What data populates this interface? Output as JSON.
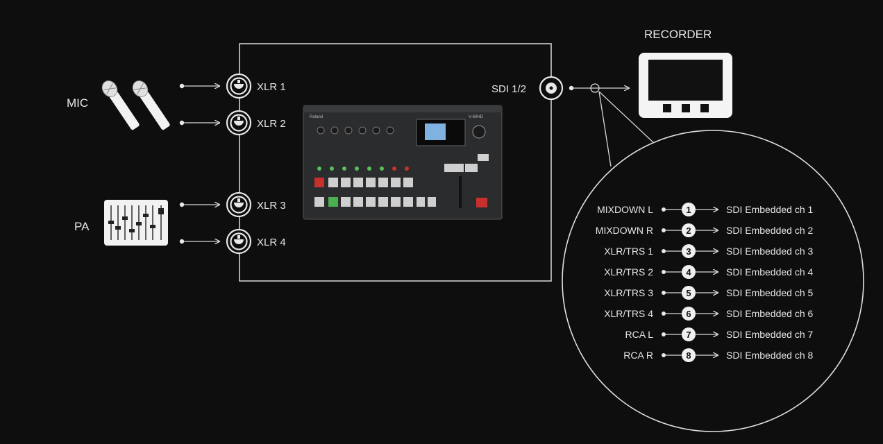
{
  "labels": {
    "mic": "MIC",
    "pa": "PA",
    "recorder": "RECORDER",
    "sdi": "SDI 1/2",
    "device_brand": "Roland",
    "device_model": "V-60HD"
  },
  "inputs": [
    "XLR 1",
    "XLR 2",
    "XLR 3",
    "XLR 4"
  ],
  "channel_map": [
    {
      "source": "MIXDOWN L",
      "num": "1",
      "dest": "SDI Embedded ch 1"
    },
    {
      "source": "MIXDOWN R",
      "num": "2",
      "dest": "SDI Embedded ch 2"
    },
    {
      "source": "XLR/TRS 1",
      "num": "3",
      "dest": "SDI Embedded ch 3"
    },
    {
      "source": "XLR/TRS 2",
      "num": "4",
      "dest": "SDI Embedded ch 4"
    },
    {
      "source": "XLR/TRS 3",
      "num": "5",
      "dest": "SDI Embedded ch 5"
    },
    {
      "source": "XLR/TRS 4",
      "num": "6",
      "dest": "SDI Embedded ch 6"
    },
    {
      "source": "RCA L",
      "num": "7",
      "dest": "SDI Embedded ch 7"
    },
    {
      "source": "RCA R",
      "num": "8",
      "dest": "SDI Embedded ch 8"
    }
  ],
  "colors": {
    "background": "#0e0e0e",
    "line": "#d8d8d8",
    "device_body": "#2b2c2e",
    "red_button": "#c8302e",
    "green_button": "#4caf50"
  }
}
